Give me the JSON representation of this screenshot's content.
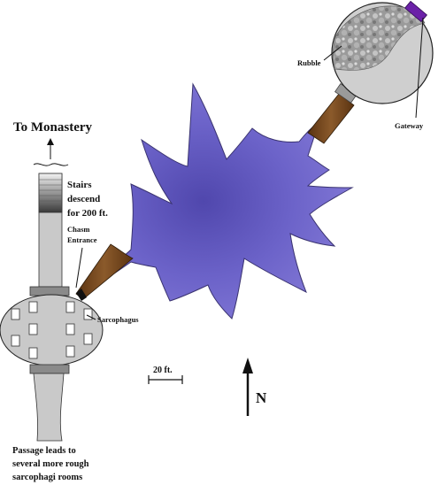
{
  "labels": {
    "to_monastery": "To Monastery",
    "stairs": [
      "Stairs",
      "descend",
      "for 200 ft."
    ],
    "chasm_entrance": [
      "Chasm",
      "Entrance"
    ],
    "sarcophagus": "Sarcophagus",
    "rubble": "Rubble",
    "gateway": "Gateway",
    "scale": "20 ft.",
    "north": "N",
    "passage_note": [
      "Passage leads to",
      "several more rough",
      "sarcophagi rooms"
    ]
  },
  "colors": {
    "chasm": "#7a6fd0",
    "chasm_dark": "#5a4fb5",
    "corridor": "#c8c8c8",
    "room": "#c9c9c9",
    "tunnel": "#7a4a1e",
    "door": "#8a8a8a",
    "gateway": "#6b21a8",
    "rubble": "#8c8c8c"
  }
}
